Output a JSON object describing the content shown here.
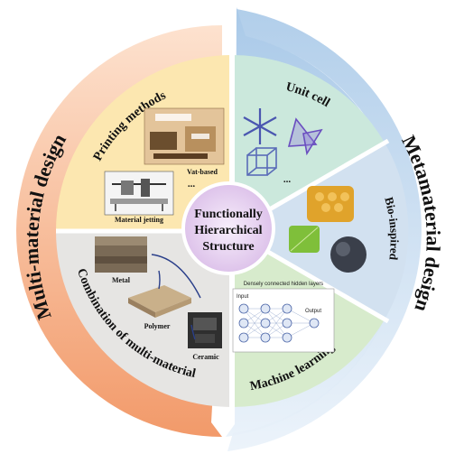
{
  "center": {
    "line1": "Functionally",
    "line2": "Hierarchical",
    "line3": "Structure"
  },
  "outer": {
    "left": "Multi-material design",
    "right": "Metamaterial design"
  },
  "sectors": {
    "printing_methods": {
      "title": "Printing methods",
      "vat_label": "Vat-based",
      "jetting_label": "Material jetting",
      "ellipsis": "..."
    },
    "combination": {
      "title": "Combination of multi-material",
      "metal": "Metal",
      "polymer": "Polymer",
      "ceramic": "Ceramic"
    },
    "unit_cell": {
      "title": "Unit cell",
      "ellipsis": "..."
    },
    "bio_inspired": {
      "title": "Bio-inspired"
    },
    "machine_learning": {
      "title": "Machine learning",
      "nn_header": "Densely connected hidden layers",
      "nn_input": "Input",
      "nn_output": "Output"
    }
  },
  "colors": {
    "outer_left": "#f4a77c",
    "outer_right": "#9fc2e3",
    "printing": "#fde9b5",
    "combination": "#e7e6e4",
    "unit_cell": "#cfeadf",
    "bio": "#d4e2f0",
    "ml": "#dcecd3",
    "center": "#e8d4f0"
  }
}
